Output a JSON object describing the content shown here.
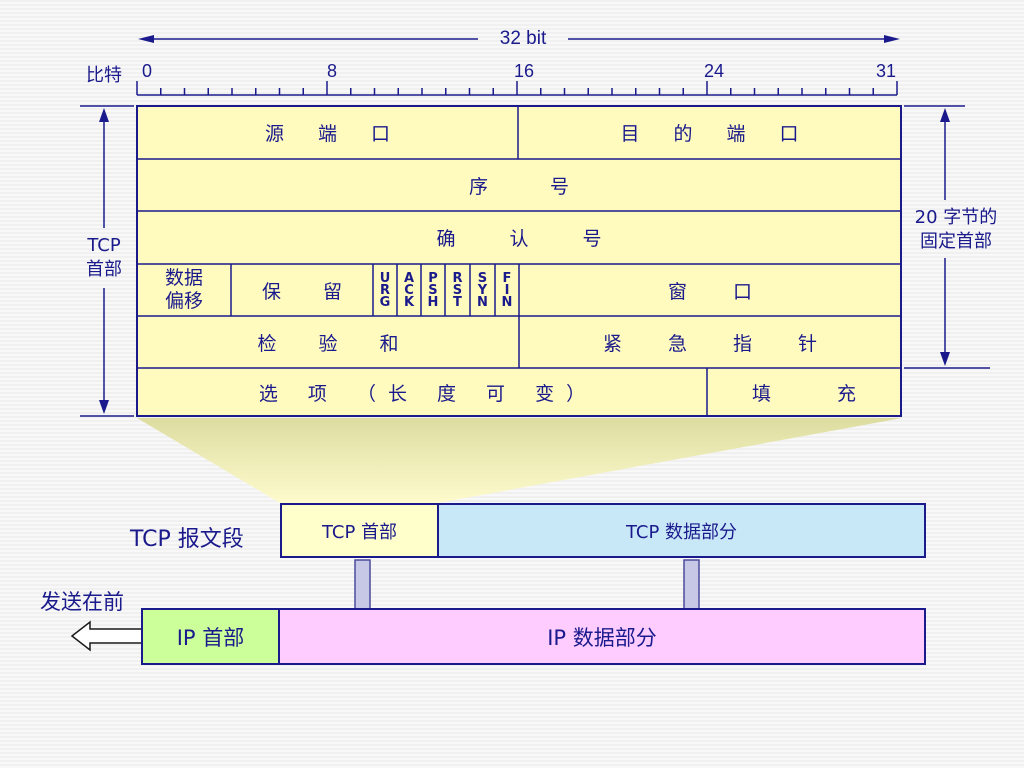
{
  "ruler": {
    "width_label": "32 bit",
    "bits_label": "比特",
    "ticks": [
      "0",
      "8",
      "16",
      "24",
      "31"
    ]
  },
  "header": {
    "rows": [
      {
        "cells": [
          "源 端 口",
          "目 的 端 口"
        ]
      },
      {
        "cells": [
          "序 号"
        ]
      },
      {
        "cells": [
          "确 认 号"
        ]
      },
      {
        "cells": [
          "数据\n偏移",
          "保 留",
          "窗 口"
        ]
      },
      {
        "cells": [
          "检 验 和",
          "紧 急 指 针"
        ]
      },
      {
        "cells": [
          "选 项 （长 度 可 变）",
          "填 充"
        ]
      }
    ],
    "flags": [
      "URG",
      "ACK",
      "PSH",
      "RST",
      "SYN",
      "FIN"
    ]
  },
  "side_labels": {
    "tcp_header": "TCP\n首部",
    "fixed_header": "20 字节的\n固定首部"
  },
  "segment": {
    "label": "TCP 报文段",
    "header": "TCP 首部",
    "data": "TCP 数据部分"
  },
  "ip_packet": {
    "send_first": "发送在前",
    "header": "IP 首部",
    "data": "IP 数据部分"
  },
  "colors": {
    "table_fill": "#fffbbf",
    "ink": "#1a1a8c",
    "tcp_header_fill": "#ffffcc",
    "tcp_data_fill": "#c8e8f8",
    "ip_header_fill": "#ccff99",
    "ip_data_fill": "#ffccff"
  }
}
